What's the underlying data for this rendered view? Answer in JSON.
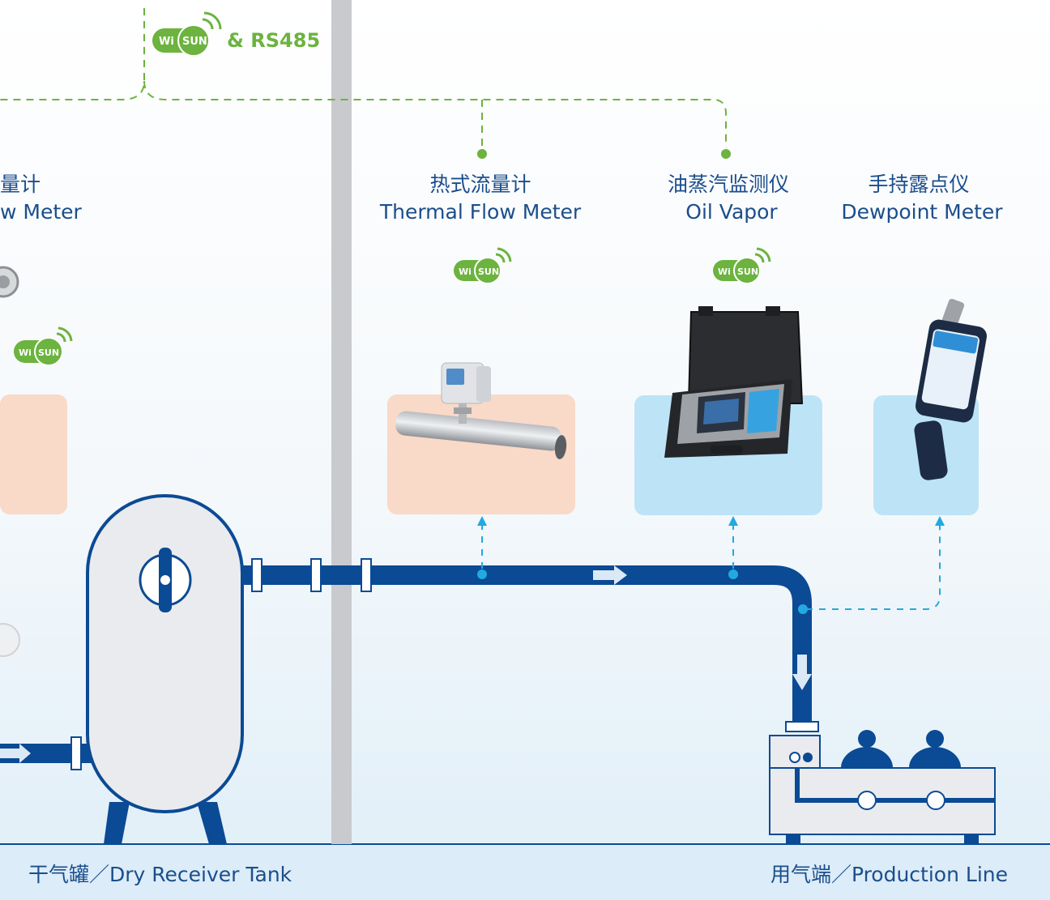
{
  "network": {
    "label": "& RS485",
    "badge_left": "Wi",
    "badge_right": "SUN"
  },
  "left_device": {
    "label_cn": "量计",
    "label_en": "w Meter"
  },
  "devices": [
    {
      "label_cn": "热式流量计",
      "label_en": "Thermal Flow Meter"
    },
    {
      "label_cn": "油蒸汽监测仪",
      "label_en": "Oil Vapor"
    },
    {
      "label_cn": "手持露点仪",
      "label_en": "Dewpoint Meter"
    }
  ],
  "tank": {
    "label": "干气罐／Dry Receiver Tank"
  },
  "production": {
    "label": "用气端／Production Line"
  },
  "colors": {
    "pipe": "#0b4a94",
    "accent_blue": "#23a9e1",
    "network_green": "#6cb33f",
    "peach_panel": "#f9d9c7",
    "blue_panel": "#bde3f7",
    "text": "#1b4e8c"
  },
  "icons": [
    "wisun-badge",
    "flow-arrow-icon",
    "tank-valve-icon",
    "operator-icon"
  ]
}
